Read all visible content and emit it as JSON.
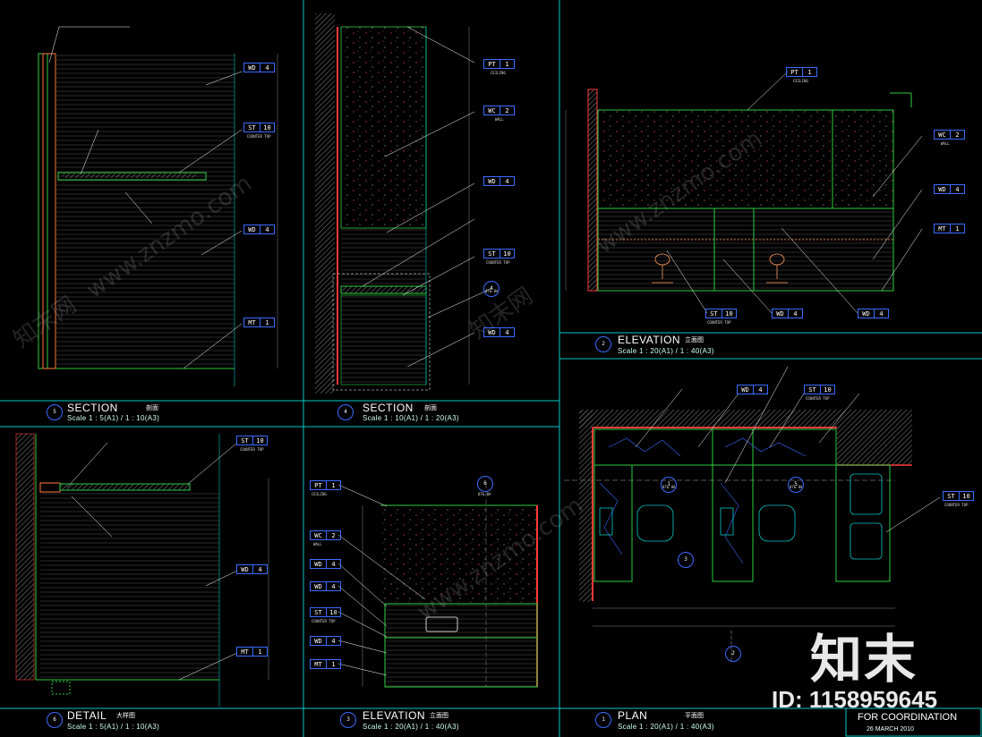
{
  "panels": {
    "p5": {
      "num": "5",
      "title": "SECTION",
      "cn": "剖面",
      "scale": "Scale 1 : 5(A1) / 1 : 10(A3)"
    },
    "p4": {
      "num": "4",
      "title": "SECTION",
      "cn": "剖面",
      "scale": "Scale 1 : 10(A1) / 1 : 20(A3)"
    },
    "p2": {
      "num": "2",
      "title": "ELEVATION",
      "cn": "立面图",
      "scale": "Scale 1 : 20(A1) / 1 : 40(A3)"
    },
    "p6": {
      "num": "6",
      "title": "DETAIL",
      "cn": "大样图",
      "scale": "Scale 1 : 5(A1) / 1 : 10(A3)"
    },
    "p3": {
      "num": "3",
      "title": "ELEVATION",
      "cn": "立面图",
      "scale": "Scale 1 : 20(A1) / 1 : 40(A3)"
    },
    "p1": {
      "num": "1",
      "title": "PLAN",
      "cn": "平面图",
      "scale": "Scale 1 : 20(A1) / 1 : 40(A3)"
    }
  },
  "tags": {
    "wd4": {
      "code": "WD",
      "num": "4"
    },
    "st10": {
      "code": "ST",
      "num": "10"
    },
    "mt1": {
      "code": "MT",
      "num": "1"
    },
    "pt1": {
      "code": "PT",
      "num": "1"
    },
    "wc2": {
      "code": "WC",
      "num": "2"
    }
  },
  "tag_notes": {
    "counter_top": "COUNTER TOP",
    "ceiling": "CEILING",
    "wall": "WALL"
  },
  "callouts": {
    "c4": {
      "num": "4",
      "ref": "07& 8A"
    },
    "c5": {
      "num": "5",
      "ref": "07& 8A"
    },
    "c6": {
      "num": "6",
      "ref": "07& 8A"
    },
    "c1": {
      "num": "1",
      "ref": "07& 8A"
    },
    "c2": {
      "num": "2",
      "ref": "11"
    },
    "c3": {
      "num": "3",
      "ref": "11"
    }
  },
  "watermark": {
    "logo": "知末",
    "id": "ID: 1158959645",
    "site": "www.znzmo.com",
    "site_cn": "知末网"
  },
  "title_block": {
    "status": "FOR COORDINATION",
    "date": "26  MARCH  2010"
  },
  "colors": {
    "frame": "#00c8c8",
    "tag_border": "#3b6cff",
    "wall_hatch": "#ff3b3b",
    "green": "#2ecc40",
    "leader": "#ffffff"
  }
}
